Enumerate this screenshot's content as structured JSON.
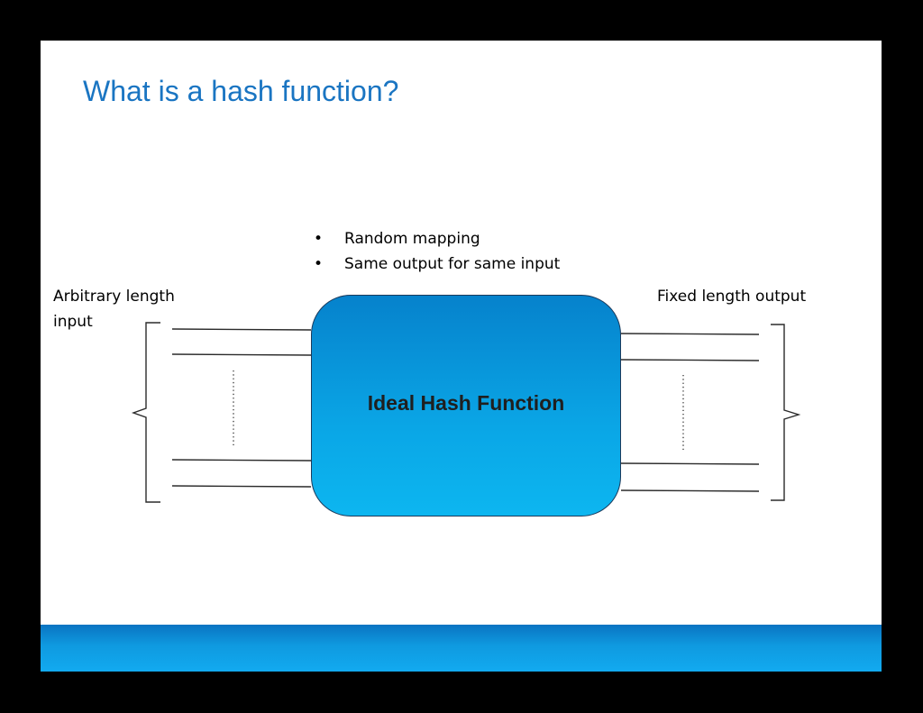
{
  "slide": {
    "title": "What is a hash function?",
    "title_color": "#1a75c2",
    "background": "#ffffff",
    "frame_color": "#000000"
  },
  "bullets": [
    {
      "marker": "•",
      "text": "Random mapping"
    },
    {
      "marker": "•",
      "text": "Same output for same input"
    }
  ],
  "diagram": {
    "input_label": "Arbitrary length input",
    "output_label": "Fixed length output",
    "function_label": "Ideal Hash Function",
    "function_fill": "#0aa6e6"
  },
  "footer": {
    "bar_color": "#0f9ae0"
  }
}
